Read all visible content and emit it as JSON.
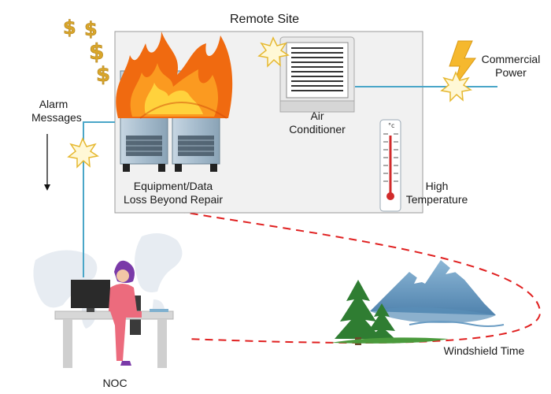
{
  "site_title": "Remote Site",
  "labels": {
    "alarm_line1": "Alarm",
    "alarm_line2": "Messages",
    "commercial_line1": "Commercial",
    "commercial_line2": "Power",
    "ac_line1": "Air",
    "ac_line2": "Conditioner",
    "equipment_line1": "Equipment/Data",
    "equipment_line2": "Loss Beyond Repair",
    "temp_line1": "High",
    "temp_line2": "Temperature",
    "noc": "NOC",
    "windshield": "Windshield Time"
  },
  "colors": {
    "link_line": "#4aa6c8",
    "dashed_path": "#e02020",
    "fire_outer": "#f06a10",
    "fire_inner": "#ffd23c",
    "dollar": "#d9a62b",
    "lightning": "#f5b82e",
    "rack": "#9fb7c9",
    "mountain": "#6f9cc0",
    "tree": "#2f7d32"
  },
  "icons": {
    "fire": "fire-icon",
    "dollar": "dollar-sign-icon",
    "lightning": "lightning-bolt-icon",
    "spark": "spark-burst-icon",
    "thermometer": "thermometer-icon",
    "air_conditioner": "air-conditioner-icon",
    "server_rack": "server-rack-icon",
    "operator": "noc-operator-icon",
    "mountains": "mountain-icon",
    "trees": "pine-tree-icon",
    "world_map": "world-map-icon",
    "arrow": "down-arrow-icon"
  }
}
